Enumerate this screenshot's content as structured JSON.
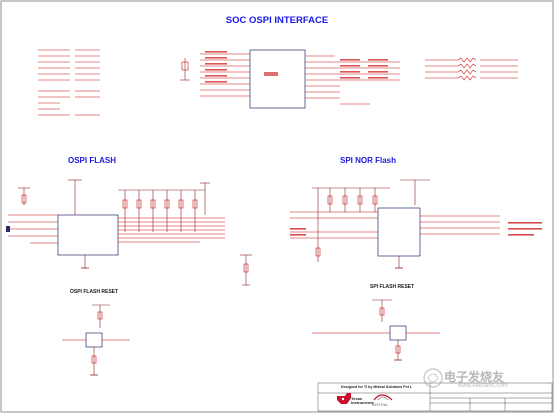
{
  "titles": {
    "soc_ospi": "SOC OSPI INTERFACE",
    "ospi_flash": "OSPI  FLASH",
    "spi_nor": "SPI NOR Flash",
    "ospi_reset": "OSPI FLASH RESET",
    "spi_reset": "SPI FLASH RESET"
  },
  "title_block": {
    "designed_for": "Designed for TI by Mistral Solutions Pvt L",
    "ti_name_line1": "Texas",
    "ti_name_line2": "Instruments",
    "mistral": "MISTRAL"
  },
  "watermark": {
    "text": "电子发烧友",
    "url": "www.elecfans.com"
  },
  "colors": {
    "net": "#cc1111",
    "wire": "#8a2222",
    "body": "#2a2a6a",
    "heading": "#1a1ae6"
  }
}
